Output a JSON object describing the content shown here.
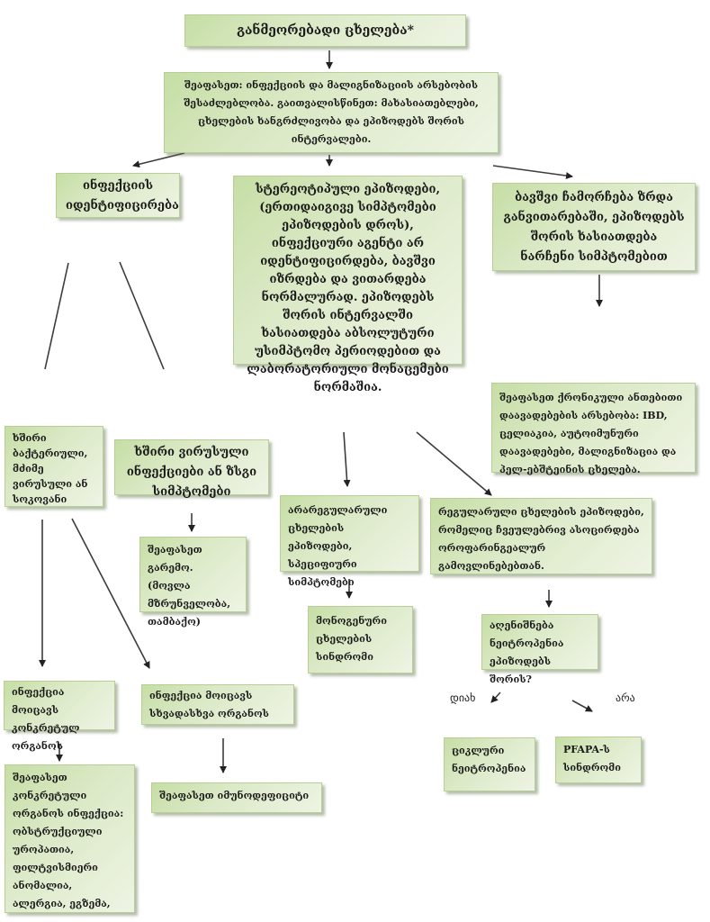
{
  "diagram": {
    "title": "განმეორებადი ცხელება*",
    "assess": "შეაფასეთ: ინფექციის და მალიგნიზაციის არსებობის შესაძლებლობა. გაითვალისწინეთ: მახასიათებლები, ცხელების ხანგრძლივობა და ეპიზოდებს შორის ინტერვალები.",
    "infection_id": "ინფექციის იდენტიფიცირება",
    "stereotypic": "სტერეოტიპული ეპიზოდები, (ერთიდაიგივე სიმპტომები ეპიზოდების დროს), ინფექციური აგენტი არ იდენტიფიცირდება, ბავშვი იზრდება და ვითარდება ნორმალურად. ეპიზოდებს შორის ინტერვალში ხასიათდება აბსოლუტური უსიმპტომო პერიოდებით და ლაბორატორიული მონაცემები ნორმაშია.",
    "growth_delay": "ბავშვი ჩამორჩება ზრდა განვითარებაში, ეპიზოდებს შორის ხასიათდება ნარჩენი სიმპტომებით",
    "chronic_inflammatory": "შეაფასეთ ქრონიკული ანთებითი დაავადებების არსებობა: IBD, ცელიაკია, აუტოიმუნური დაავადებები, მალიგნიზაცია და პელ-ებშტეინის ცხელება.",
    "frequent_bacterial": "ხშირი ბაქტერიული, მძიმე ვირუსული ან სოკოვანი",
    "frequent_viral": "ხშირი ვირუსული ინფექციები ან ზსგი სიმპტომები",
    "assess_environment": "შეაფასეთ გარემო. (მოვლა მზრუნველობა, თამბაქო)",
    "irregular": "არარეგულარული ცხელების ეპიზოდები, სპეციფიური სიმპტომები",
    "regular": "რეგულარული ცხელების ეპიზოდები, რომელიც ჩვეულებრივ ასოცირდება ოროფარინგეალურ გამოვლინებებთან.",
    "monogenic": "მონოგენური ცხელების სინდრომი",
    "neutropenia_q": "აღენიშნება ნეიტროპენია ეპიზოდებს შორის?",
    "specific_organ": "ინფექცია მოიცავს კონკრეტულ ორგანოს",
    "various_organs": "ინფექცია მოიცავს სხვადასხვა ორგანოს",
    "specific_organ_assess": "შეაფასეთ კონკრეტული ორგანოს ინფექცია: ობსტრუქციული უროპათია, ფილტვისმიერი ანომალია, ალერგია, ეგზემა,",
    "immunodeficiency": "შეაფასეთ იმუნოდეფიციტი",
    "yes_label": "დიახ",
    "no_label": "არა",
    "cyclic_neutropenia": "ციკლური ნეიტროპენია",
    "pfapa": "PFAPA-ს სინდრომი"
  },
  "colors": {
    "box_fill_dark": "#c6dea5",
    "box_fill_light": "#eef4e4",
    "arrow": "#3c3c3c"
  }
}
